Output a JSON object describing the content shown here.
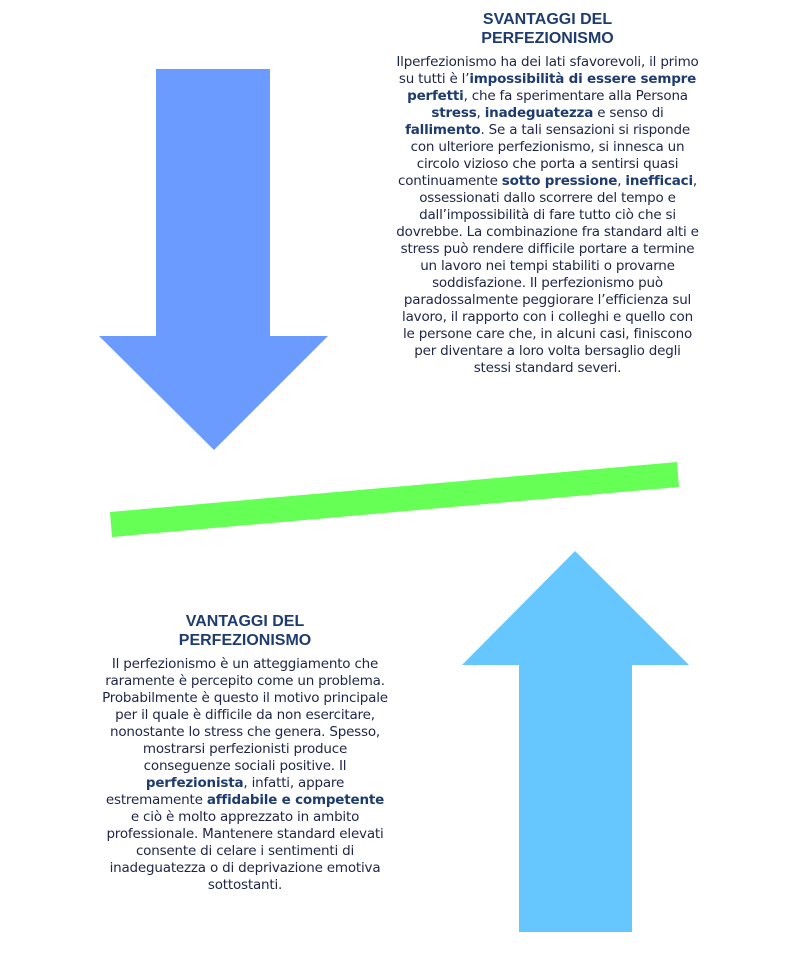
{
  "colors": {
    "down_arrow": "#6b9bff",
    "up_arrow": "#66c7ff",
    "divider": "#66ff55",
    "title": "#1f3c6e",
    "text": "#1f2547"
  },
  "svantaggi": {
    "title_line1": "SVANTAGGI DEL",
    "title_line2": "PERFEZIONISMO",
    "body": [
      {
        "t": "Ilperfezionismo ha dei lati sfavorevoli, il primo su tutti è l’"
      },
      {
        "t": "impossibilità di essere sempre perfetti",
        "bold": true
      },
      {
        "t": ", che fa sperimentare alla Persona "
      },
      {
        "t": "stress",
        "bold": true
      },
      {
        "t": ", "
      },
      {
        "t": "inadeguatezza",
        "bold": true
      },
      {
        "t": " e senso di "
      },
      {
        "t": "fallimento",
        "bold": true
      },
      {
        "t": ". Se a tali sensazioni si risponde con ulteriore perfezionismo, si innesca un circolo vizioso che porta a sentirsi quasi continuamente "
      },
      {
        "t": "sotto pressione",
        "bold": true
      },
      {
        "t": ", "
      },
      {
        "t": "inefficaci",
        "bold": true
      },
      {
        "t": ", ossessionati dallo scorrere del tempo e dall’impossibilità di fare tutto ciò che si dovrebbe. La combinazione fra standard alti e stress può rendere difficile portare a termine un lavoro nei tempi stabiliti o provarne soddisfazione. Il perfezionismo può paradossalmente peggiorare l’efficienza sul lavoro, il rapporto con i colleghi e quello con le persone care che, in alcuni casi, finiscono per diventare a loro volta bersaglio degli stessi standard severi."
      }
    ]
  },
  "vantaggi": {
    "title_line1": "VANTAGGI DEL",
    "title_line2": "PERFEZIONISMO",
    "body": [
      {
        "t": "Il perfezionismo è un atteggiamento che raramente è percepito come un problema. Probabilmente è questo il motivo principale per il quale è difficile da non esercitare, nonostante lo stress che genera. Spesso, mostrarsi perfezionisti produce conseguenze sociali positive. Il "
      },
      {
        "t": "perfezionista",
        "bold": true
      },
      {
        "t": ", infatti, appare estremamente "
      },
      {
        "t": "affidabile e competente",
        "bold": true
      },
      {
        "t": " e ciò è molto apprezzato in ambito professionale. Mantenere standard elevati consente di celare i sentimenti di inadeguatezza o di deprivazione emotiva sottostanti."
      }
    ]
  }
}
